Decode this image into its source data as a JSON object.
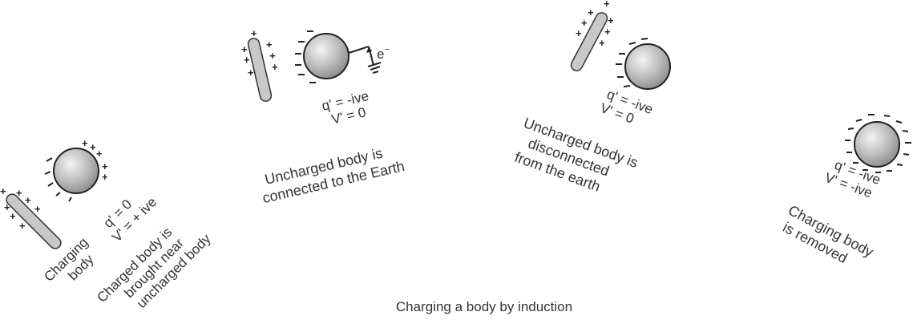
{
  "caption": "Charging a body by induction",
  "colors": {
    "text": "#333333",
    "rod_fill": "#c8c8c8",
    "sphere_highlight": "#f2f2f2",
    "sphere_shadow": "#8a8a8a",
    "outline": "#222222"
  },
  "stages": [
    {
      "id": "stage-1",
      "rod_label": [
        "Charging",
        "body"
      ],
      "q_label": "q' = 0",
      "v_label": "V' = + ive",
      "description": [
        "Charged body is",
        "brought near",
        "uncharged body"
      ]
    },
    {
      "id": "stage-2",
      "electron_label": "e",
      "electron_sup": "−",
      "q_label": "q' = -ive",
      "v_label": "V' = 0",
      "description": [
        "Uncharged body is",
        "connected to the Earth"
      ]
    },
    {
      "id": "stage-3",
      "q_label": "q' = -ive",
      "v_label": "V' = 0",
      "description": [
        "Uncharged body is",
        "disconnected",
        "from the earth"
      ]
    },
    {
      "id": "stage-4",
      "q_label": "q' = -ive",
      "v_label": "V' = -ive",
      "description": [
        "Charging body",
        "is removed"
      ]
    }
  ],
  "signs": {
    "plus": "+"
  }
}
